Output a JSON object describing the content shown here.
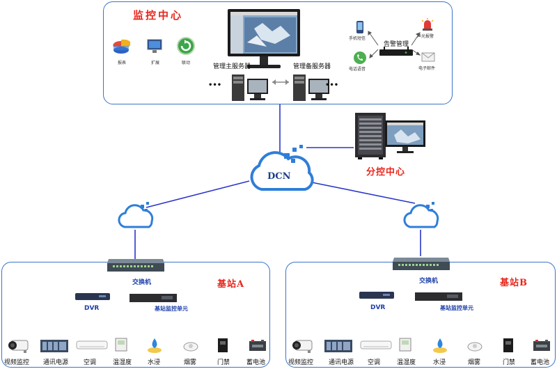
{
  "monitoring_center": {
    "title": "监控中心",
    "app_icons": [
      {
        "label": "报表",
        "icon": "pie-chart-icon"
      },
      {
        "label": "扩展",
        "icon": "screen-icon"
      },
      {
        "label": "联动",
        "icon": "refresh-icon"
      }
    ],
    "main_server_label": "管理主服务器",
    "backup_server_label": "管理备服务器",
    "ellipsis": "•••",
    "alarm_mgmt_label": "告警管理",
    "alarm_outputs": [
      {
        "label": "手机短信",
        "icon": "phone-icon"
      },
      {
        "label": "电话语音",
        "icon": "telephone-icon"
      },
      {
        "label": "声光报警",
        "icon": "alarm-light-icon"
      },
      {
        "label": "电子邮件",
        "icon": "mail-icon"
      }
    ]
  },
  "sub_center": {
    "title": "分控中心"
  },
  "network": {
    "dcn_label": "DCN"
  },
  "stations": [
    {
      "title": "基站A",
      "switch_label": "交换机",
      "dvr_label": "DVR",
      "monitor_unit_label": "基站监控单元",
      "devices": [
        {
          "label": "视频监控",
          "icon": "camera-icon"
        },
        {
          "label": "通讯电源",
          "icon": "power-rack-icon"
        },
        {
          "label": "空调",
          "icon": "air-conditioner-icon"
        },
        {
          "label": "温湿度",
          "icon": "thermometer-icon"
        },
        {
          "label": "水浸",
          "icon": "water-leak-icon"
        },
        {
          "label": "烟雾",
          "icon": "smoke-detector-icon"
        },
        {
          "label": "门禁",
          "icon": "access-control-icon"
        },
        {
          "label": "蓄电池",
          "icon": "battery-icon"
        }
      ]
    },
    {
      "title": "基站B",
      "switch_label": "交换机",
      "dvr_label": "DVR",
      "monitor_unit_label": "基站监控单元",
      "devices": [
        {
          "label": "视频监控",
          "icon": "camera-icon"
        },
        {
          "label": "通讯电源",
          "icon": "power-rack-icon"
        },
        {
          "label": "空调",
          "icon": "air-conditioner-icon"
        },
        {
          "label": "温湿度",
          "icon": "thermometer-icon"
        },
        {
          "label": "水浸",
          "icon": "water-leak-icon"
        },
        {
          "label": "烟雾",
          "icon": "smoke-detector-icon"
        },
        {
          "label": "门禁",
          "icon": "access-control-icon"
        },
        {
          "label": "蓄电池",
          "icon": "battery-icon"
        }
      ]
    }
  ],
  "colors": {
    "frame": "#3a74c8",
    "link": "#2a35c9",
    "title_red": "#e8261c",
    "label_blue": "#1d3fa8"
  }
}
